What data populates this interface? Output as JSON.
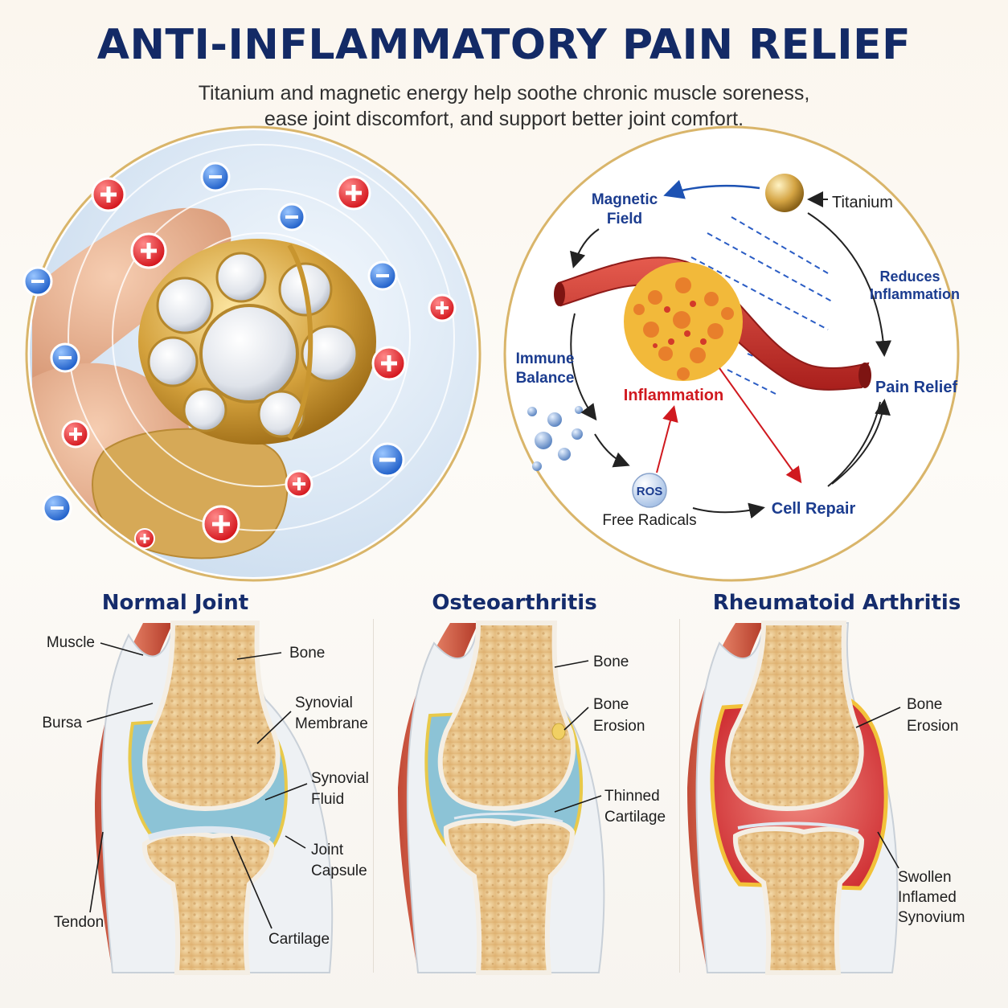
{
  "header": {
    "title": "ANTI-INFLAMMATORY PAIN RELIEF",
    "subtitle_line1": "Titanium and magnetic energy help soothe chronic muscle soreness,",
    "subtitle_line2": "ease joint discomfort, and support better joint comfort."
  },
  "mechanism": {
    "titanium": "Titanium",
    "magnetic_field_line1": "Magnetic",
    "magnetic_field_line2": "Field",
    "reduces_line1": "Reduces",
    "reduces_line2": "Inflammation",
    "immune_line1": "Immune",
    "immune_line2": "Balance",
    "inflammation": "Inflammation",
    "pain_relief": "Pain Relief",
    "ros": "ROS",
    "free_radicals": "Free Radicals",
    "cell_repair": "Cell Repair"
  },
  "joints": {
    "normal": {
      "title": "Normal Joint",
      "muscle": "Muscle",
      "bone": "Bone",
      "bursa": "Bursa",
      "synovial_membrane_line1": "Synovial",
      "synovial_membrane_line2": "Membrane",
      "synovial_fluid_line1": "Synovial",
      "synovial_fluid_line2": "Fluid",
      "joint_capsule_line1": "Joint",
      "joint_capsule_line2": "Capsule",
      "tendon": "Tendon",
      "cartilage": "Cartilage"
    },
    "osteo": {
      "title": "Osteoarthritis",
      "bone": "Bone",
      "bone_erosion_line1": "Bone",
      "bone_erosion_line2": "Erosion",
      "thinned_line1": "Thinned",
      "thinned_line2": "Cartilage"
    },
    "rheumatoid": {
      "title": "Rheumatoid Arthritis",
      "bone_erosion_line1": "Bone",
      "bone_erosion_line2": "Erosion",
      "swollen_line1": "Swollen",
      "swollen_line2": "Inflamed",
      "swollen_line3": "Synovium"
    }
  },
  "colors": {
    "title": "#132a66",
    "label_blue": "#1b3c8f",
    "inflammation_red": "#d0191f",
    "bone": "#ecc88f",
    "synovial_fluid": "#8cc3d6",
    "inflamed_synovium": "#d84a4a",
    "plus_charge": "#e0262b",
    "minus_charge": "#2f74d8"
  }
}
